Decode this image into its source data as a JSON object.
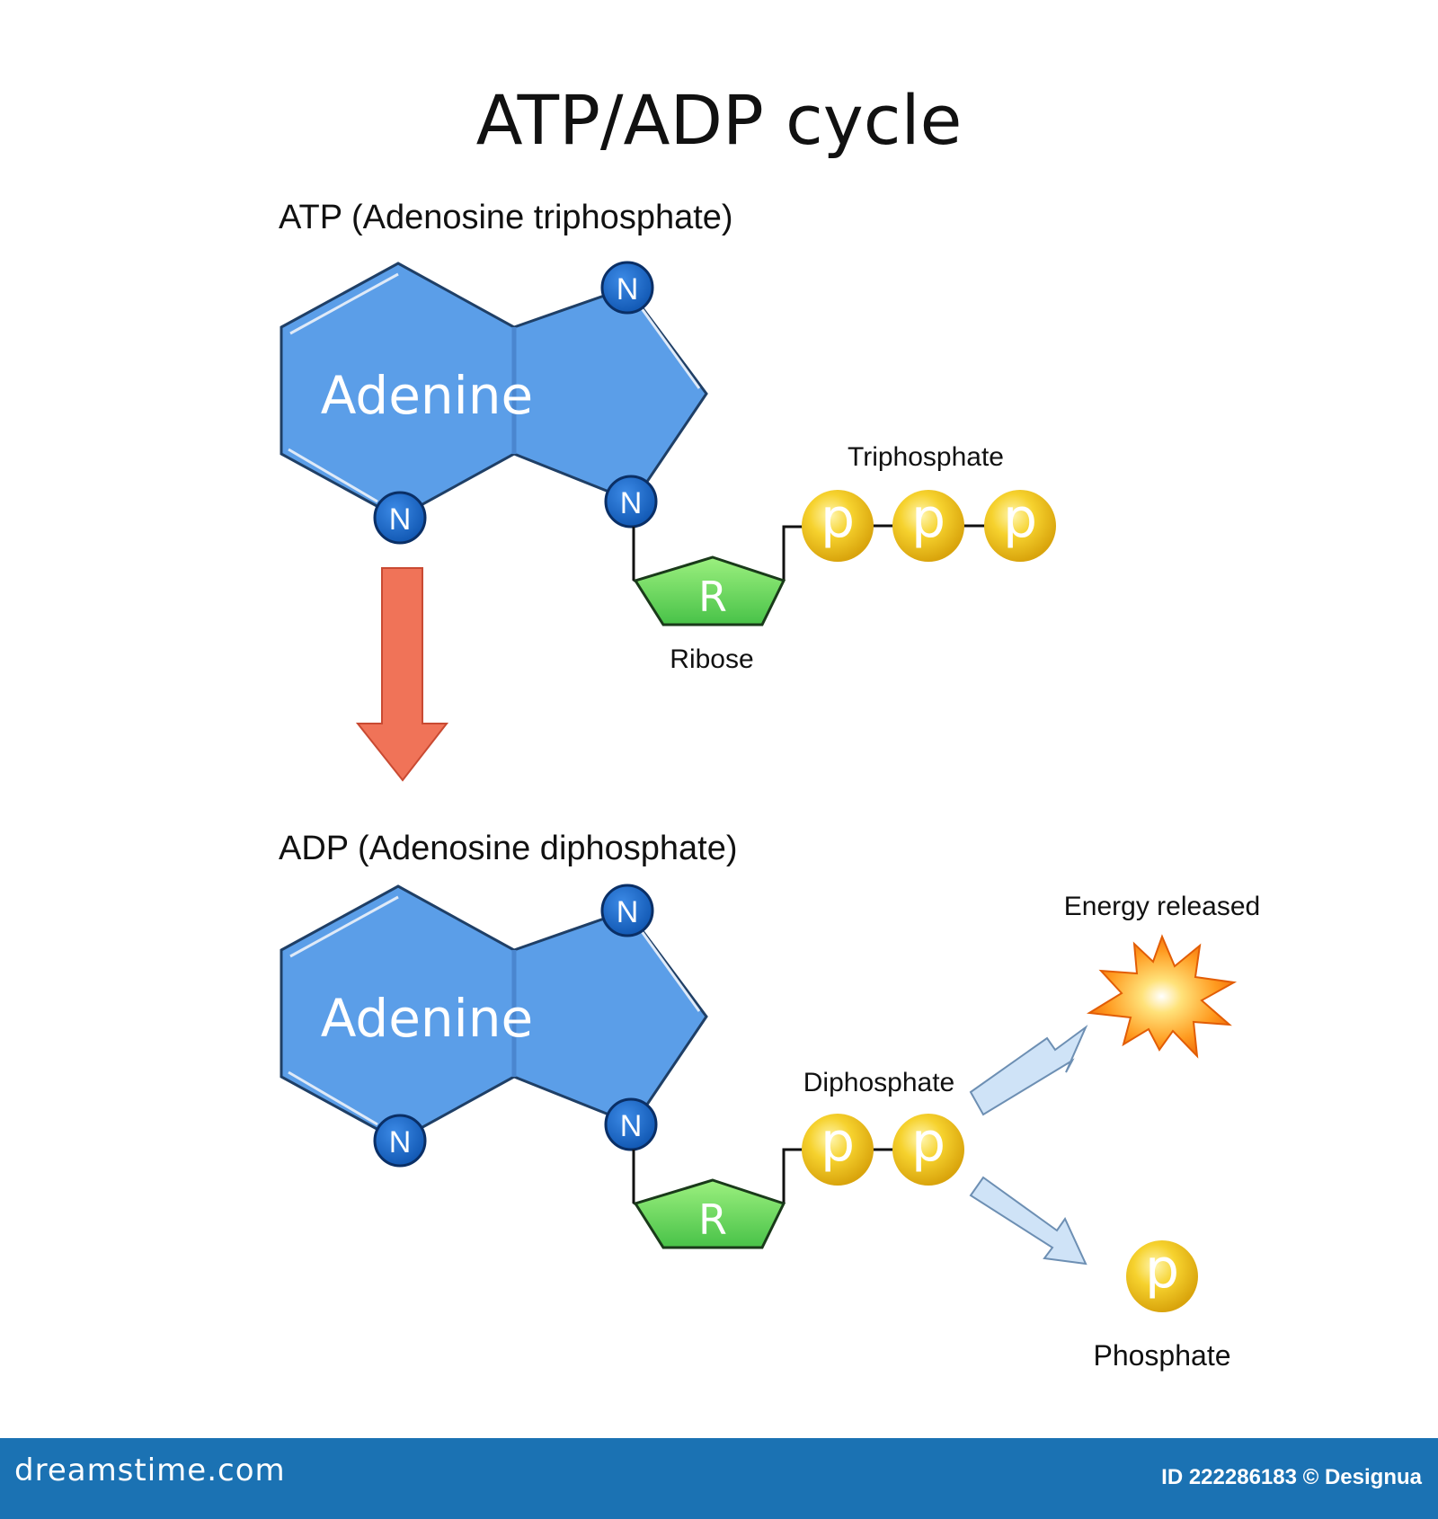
{
  "title": "ATP/ADP cycle",
  "atp": {
    "heading": "ATP (Adenosine triphosphate)",
    "adenine_label": "Adenine",
    "nitrogen_label": "N",
    "ribose_symbol": "R",
    "ribose_label": "Ribose",
    "phosphate_symbol": "p",
    "phosphate_group_label": "Triphosphate"
  },
  "adp": {
    "heading": "ADP (Adenosine diphosphate)",
    "adenine_label": "Adenine",
    "nitrogen_label": "N",
    "ribose_symbol": "R",
    "phosphate_symbol": "p",
    "phosphate_group_label": "Diphosphate",
    "energy_label": "Energy released",
    "free_phosphate_label": "Phosphate"
  },
  "footer": {
    "site": "dreamstime.com",
    "credit": "ID 222286183 © Designua"
  },
  "colors": {
    "adenine_fill": "#5b9ee8",
    "nitrogen_fill": "#1c6fd0",
    "ribose_fill": "#6dd66a",
    "phosphate_fill": "#f2c31c",
    "arrow_red": "#f07358",
    "arrow_blue": "#cfe3f7",
    "footer_bg": "#1b72b3"
  }
}
